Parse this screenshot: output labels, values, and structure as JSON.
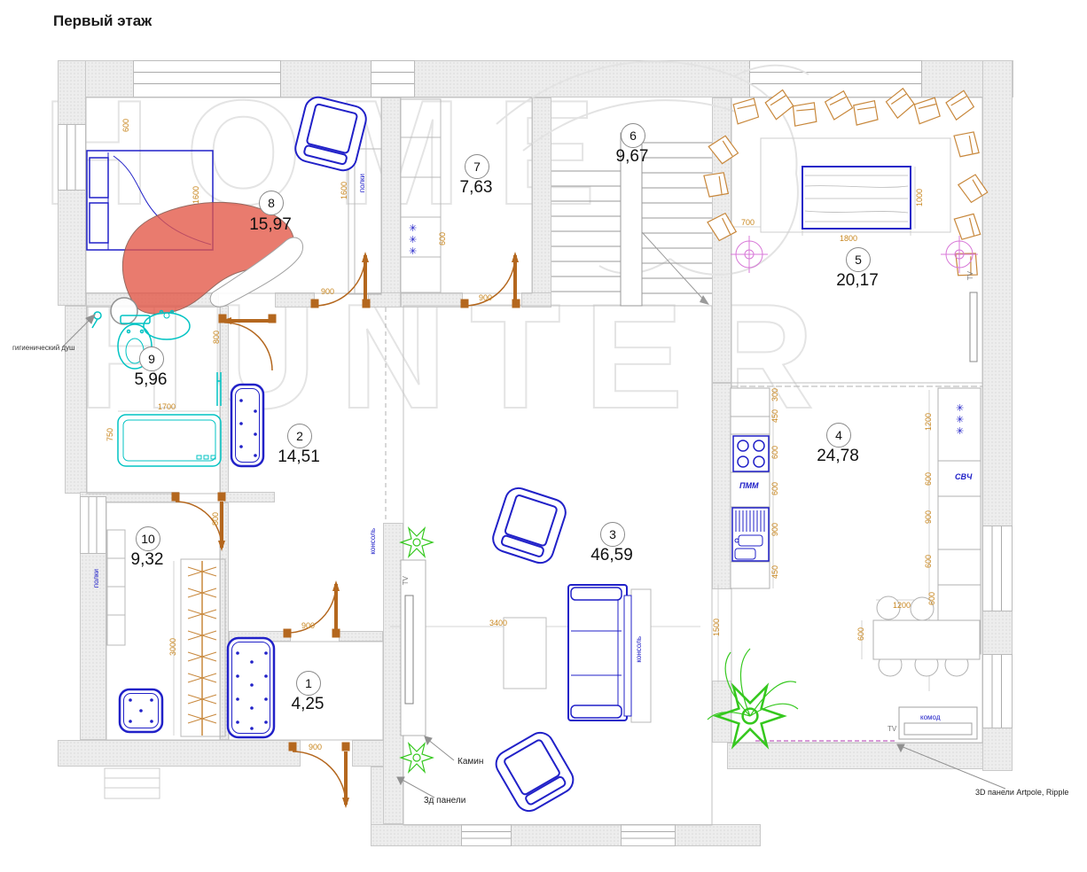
{
  "title": "Первый этаж",
  "watermark": {
    "line1": "HOME",
    "line2": "HUNTER"
  },
  "rooms": [
    {
      "number": "8",
      "area": "15,97"
    },
    {
      "number": "7",
      "area": "7,63"
    },
    {
      "number": "6",
      "area": "9,67"
    },
    {
      "number": "5",
      "area": "20,17"
    },
    {
      "number": "9",
      "area": "5,96"
    },
    {
      "number": "2",
      "area": "14,51"
    },
    {
      "number": "4",
      "area": "24,78"
    },
    {
      "number": "10",
      "area": "9,32"
    },
    {
      "number": "3",
      "area": "46,59"
    },
    {
      "number": "1",
      "area": "4,25"
    }
  ],
  "dims": [
    "600",
    "1600",
    "1600",
    "900",
    "900",
    "600",
    "800",
    "1700",
    "750",
    "700",
    "1800",
    "1000",
    "800",
    "3000",
    "900",
    "900",
    "3400",
    "1500",
    "300",
    "450",
    "600",
    "600",
    "900",
    "450",
    "1200",
    "600",
    "900",
    "600",
    "1200",
    "600",
    "600"
  ],
  "labels": {
    "hygienic_shower": "гигиенический душ",
    "shelves": "полки",
    "console": "консоль",
    "tv": "TV",
    "dishwasher": "ПММ",
    "microwave": "СВЧ",
    "dresser": "комод",
    "fireplace": "Камин",
    "panels_3d": "3д панели",
    "panels_note": "3D панели Artpole, Ripple",
    "hooks": "✳\n✳\n✳"
  },
  "colors": {
    "furniture_blue": "#2121c8",
    "sanitary_cyan": "#00c3c3",
    "door_orange": "#b4671e",
    "dimension_orange": "#c8861e",
    "plant_green": "#35c81e",
    "magenta": "#d878d8",
    "hat_red": "#e2574a"
  }
}
